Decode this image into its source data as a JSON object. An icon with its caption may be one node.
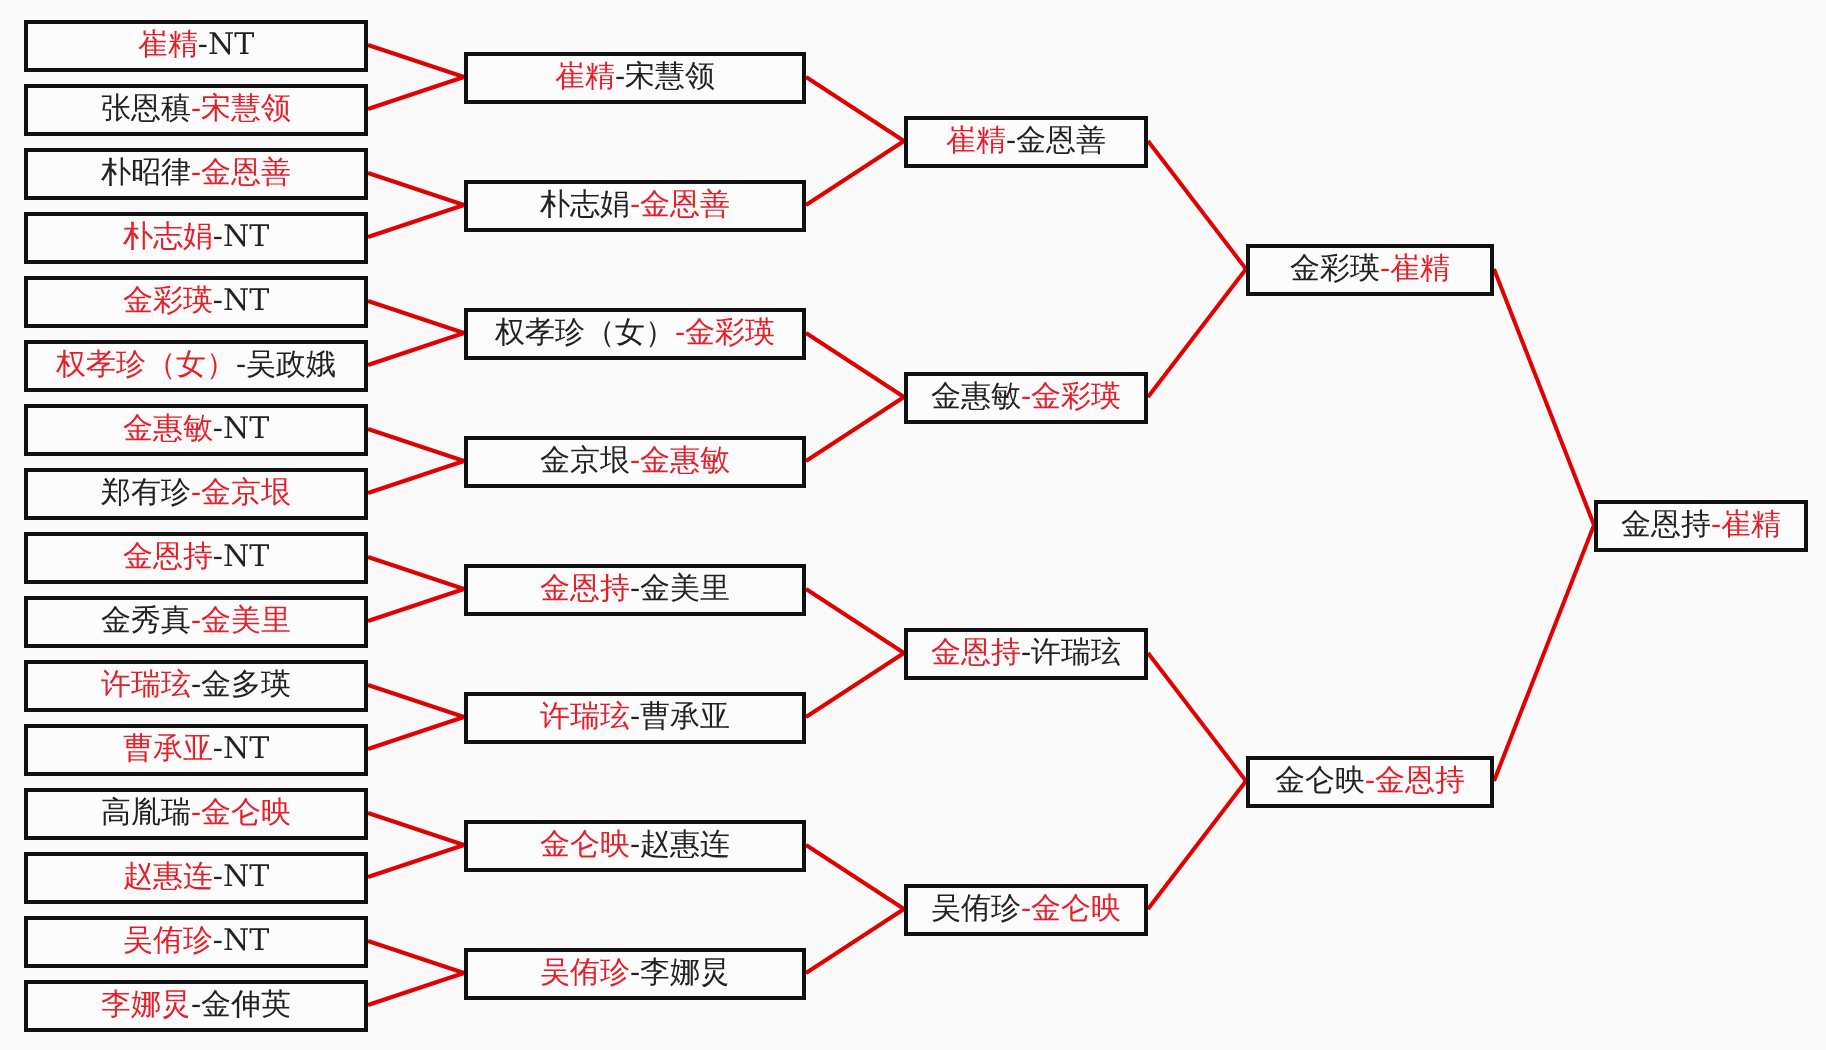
{
  "diagram": {
    "nodes": [
      {
        "text": [
          "崔精",
          "-NT"
        ]
      },
      {
        "text": [
          "张恩稹",
          "-宋慧领"
        ]
      },
      {
        "text": [
          "朴昭律",
          "-金恩善"
        ]
      },
      {
        "text": [
          "朴志娟",
          "-NT"
        ]
      },
      {
        "text": [
          "金彩瑛",
          "-NT"
        ]
      },
      {
        "text": [
          "权孝珍（女）",
          "-吴政娥"
        ]
      },
      {
        "text": [
          "金惠敏",
          "-NT"
        ]
      },
      {
        "text": [
          "郑有珍",
          "-金京垠"
        ]
      },
      {
        "text": [
          "金恩持",
          "-NT"
        ]
      },
      {
        "text": [
          "金秀真",
          "-金美里"
        ]
      },
      {
        "text": [
          "许瑞玹",
          "-金多瑛"
        ]
      },
      {
        "text": [
          "曹承亚",
          "-NT"
        ]
      },
      {
        "text": [
          "高胤瑞",
          "-金仑映"
        ]
      },
      {
        "text": [
          "赵惠连",
          "-NT"
        ]
      },
      {
        "text": [
          "吴侑珍",
          "-NT"
        ]
      },
      {
        "text": [
          "李娜炅",
          "-金伸英"
        ]
      },
      {
        "text": [
          "崔精",
          "-宋慧领"
        ]
      },
      {
        "text": [
          "朴志娟",
          "-金恩善"
        ]
      },
      {
        "text": [
          "权孝珍（女）",
          "-金彩瑛"
        ]
      },
      {
        "text": [
          "金京垠",
          "-金惠敏"
        ]
      },
      {
        "text": [
          "金恩持",
          "-金美里"
        ]
      },
      {
        "text": [
          "许瑞玹",
          "-曹承亚"
        ]
      },
      {
        "text": [
          "金仑映",
          "-赵惠连"
        ]
      },
      {
        "text": [
          "吴侑珍",
          "-李娜炅"
        ]
      },
      {
        "text": [
          "崔精",
          "-金恩善"
        ]
      },
      {
        "text": [
          "金惠敏",
          "-金彩瑛"
        ]
      },
      {
        "text": [
          "金恩持",
          "-许瑞玹"
        ]
      },
      {
        "text": [
          "吴侑珍",
          "-金仑映"
        ]
      },
      {
        "text": [
          "金彩瑛",
          "-崔精"
        ]
      },
      {
        "text": [
          "金仑映",
          "-金恩持"
        ]
      },
      {
        "text": [
          "金恩持",
          "-崔精"
        ]
      }
    ],
    "edges": [
      {
        "from": 0,
        "to": 16,
        "arrow": "none"
      },
      {
        "from": 1,
        "to": 16,
        "arrow": "none"
      },
      {
        "from": 2,
        "to": 17,
        "arrow": "none"
      },
      {
        "from": 3,
        "to": 17,
        "arrow": "none"
      },
      {
        "from": 4,
        "to": 18,
        "arrow": "none"
      },
      {
        "from": 5,
        "to": 18,
        "arrow": "none"
      },
      {
        "from": 6,
        "to": 19,
        "arrow": "none"
      },
      {
        "from": 7,
        "to": 19,
        "arrow": "none"
      },
      {
        "from": 8,
        "to": 20,
        "arrow": "none"
      },
      {
        "from": 9,
        "to": 20,
        "arrow": "none"
      },
      {
        "from": 10,
        "to": 21,
        "arrow": "none"
      },
      {
        "from": 11,
        "to": 21,
        "arrow": "none"
      },
      {
        "from": 12,
        "to": 22,
        "arrow": "none"
      },
      {
        "from": 13,
        "to": 22,
        "arrow": "none"
      },
      {
        "from": 14,
        "to": 23,
        "arrow": "none"
      },
      {
        "from": 15,
        "to": 23,
        "arrow": "none"
      },
      {
        "from": 16,
        "to": 24,
        "arrow": "none"
      },
      {
        "from": 17,
        "to": 24,
        "arrow": "none"
      },
      {
        "from": 18,
        "to": 25,
        "arrow": "none"
      },
      {
        "from": 19,
        "to": 25,
        "arrow": "none"
      },
      {
        "from": 20,
        "to": 26,
        "arrow": "none"
      },
      {
        "from": 21,
        "to": 26,
        "arrow": "none"
      },
      {
        "from": 22,
        "to": 27,
        "arrow": "none"
      },
      {
        "from": 23,
        "to": 27,
        "arrow": "none"
      },
      {
        "from": 24,
        "to": 28,
        "arrow": "none"
      },
      {
        "from": 25,
        "to": 28,
        "arrow": "none"
      },
      {
        "from": 26,
        "to": 29,
        "arrow": "none"
      },
      {
        "from": 27,
        "to": 29,
        "arrow": "none"
      },
      {
        "from": 28,
        "to": 30,
        "arrow": "none"
      },
      {
        "from": 29,
        "to": 30,
        "arrow": "none"
      }
    ]
  }
}
